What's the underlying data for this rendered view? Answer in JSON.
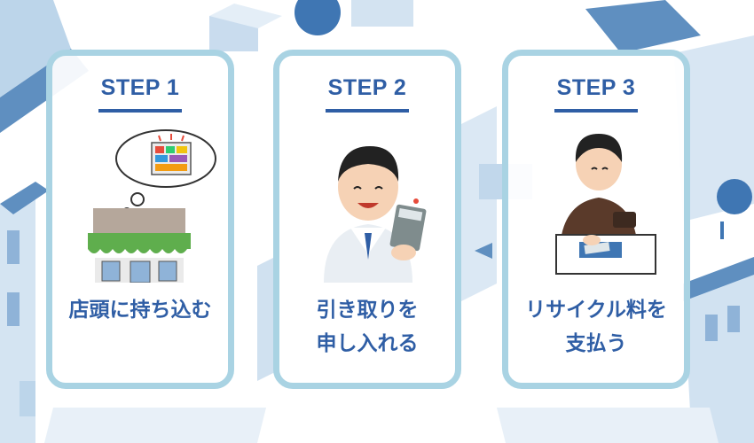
{
  "steps": [
    {
      "title": "STEP 1",
      "lines": [
        "店頭に持ち込む"
      ]
    },
    {
      "title": "STEP 2",
      "lines": [
        "引き取りを",
        "申し入れる"
      ]
    },
    {
      "title": "STEP 3",
      "lines": [
        "リサイクル料を",
        "支払う"
      ]
    }
  ],
  "colors": {
    "accent": "#2f5ea5",
    "card_border": "#a9d3e3",
    "background_illustration": "#6a98c6"
  }
}
